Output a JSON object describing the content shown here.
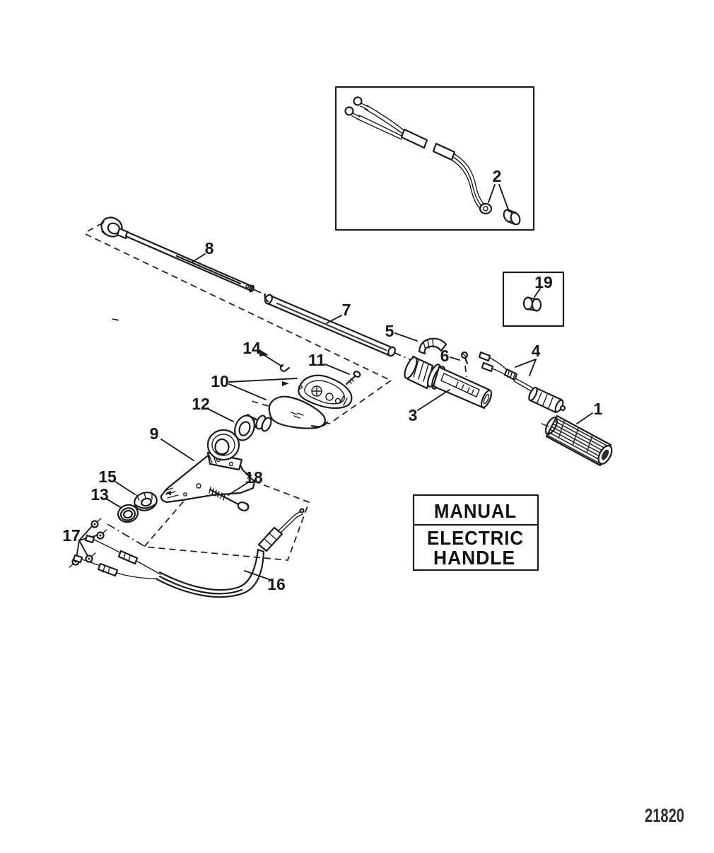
{
  "page": {
    "kind": "scanned exploded-parts diagram",
    "background": "#ffffff",
    "ink_color": "#1c1c1c",
    "drawing_number": "21820"
  },
  "diagram": {
    "title_box": {
      "line1": "MANUAL",
      "line2": "ELECTRIC",
      "line3": "HANDLE"
    },
    "callouts": [
      {
        "part": "1"
      },
      {
        "part": "2"
      },
      {
        "part": "3"
      },
      {
        "part": "4"
      },
      {
        "part": "5"
      },
      {
        "part": "6"
      },
      {
        "part": "7"
      },
      {
        "part": "8"
      },
      {
        "part": "9"
      },
      {
        "part": "10"
      },
      {
        "part": "11"
      },
      {
        "part": "12"
      },
      {
        "part": "13"
      },
      {
        "part": "14"
      },
      {
        "part": "15"
      },
      {
        "part": "16"
      },
      {
        "part": "17"
      },
      {
        "part": "18"
      },
      {
        "part": "19"
      }
    ]
  }
}
